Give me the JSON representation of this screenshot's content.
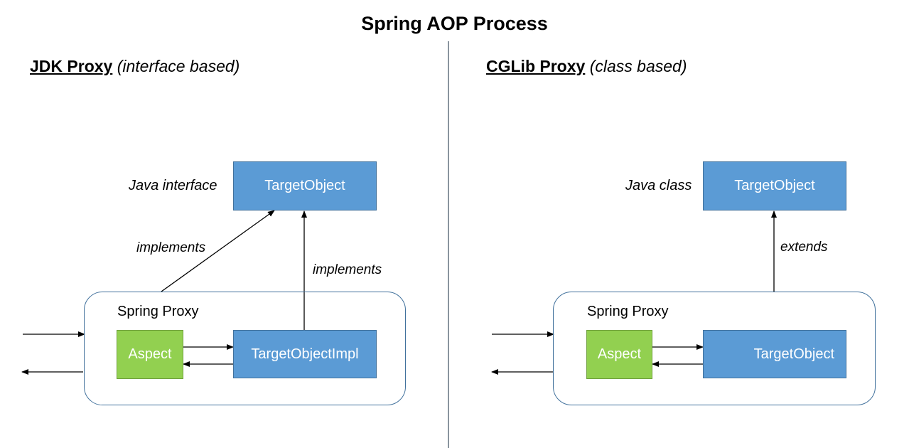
{
  "title": "Spring AOP Process",
  "left": {
    "heading_strong": "JDK Proxy",
    "heading_em": "(interface based)",
    "type_label": "Java interface",
    "target_box": "TargetObject",
    "edge_label_1": "implements",
    "edge_label_2": "implements",
    "proxy_label": "Spring Proxy",
    "aspect_box": "Aspect",
    "impl_box": "TargetObjectImpl"
  },
  "right": {
    "heading_strong": "CGLib Proxy",
    "heading_em": "(class based)",
    "type_label": "Java class",
    "target_box": "TargetObject",
    "edge_label": "extends",
    "proxy_label": "Spring Proxy",
    "aspect_box": "Aspect",
    "inner_target_box": "TargetObject"
  },
  "colors": {
    "box_blue": "#5b9bd5",
    "box_green": "#92d050",
    "frame_border": "#41719c",
    "divider": "#4a5a6a"
  }
}
